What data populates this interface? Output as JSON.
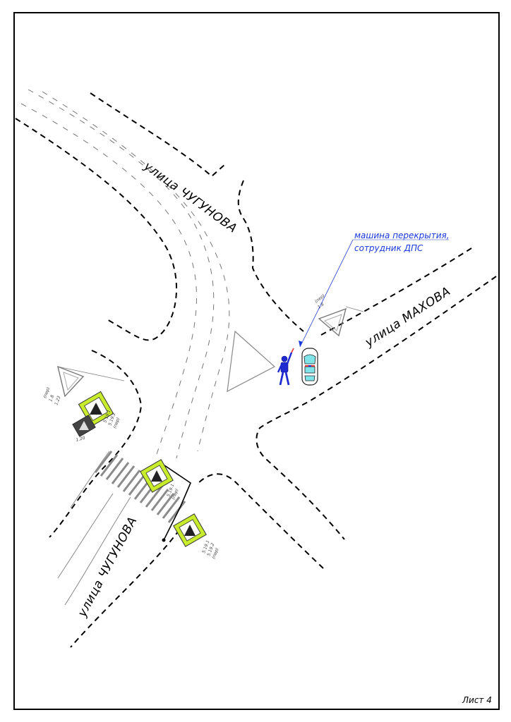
{
  "drawing": {
    "streets": {
      "chugunova_top": "улица ЧУГУНОВА",
      "makhova": "улица МАХОВА",
      "chugunova_bottom": "улица ЧУГУНОВА"
    },
    "callout": {
      "line1": "машина перекрытия,",
      "line2": "сотрудник ДПС"
    },
    "sign_labels": {
      "sign_a_1": "(пер)",
      "sign_a_2": "1.8",
      "sign_a_3": "1.23",
      "sign_b_1": "(пер)",
      "sign_b_2": "1.8",
      "sign_c_1": "5.19.1",
      "sign_c_2": "5.19.2",
      "sign_c_3": "(пер)",
      "sign_d": "1.20",
      "sign_e_1": "5.19.1",
      "sign_e_2": "(пер)",
      "sign_f_1": "5.19.1",
      "sign_f_2": "5.19.2",
      "sign_f_3": "(пер)"
    },
    "sheet_label": "Лист 4"
  },
  "colors": {
    "callout_text": "#1a3adb",
    "officer": "#1f2bd1",
    "car_glass": "#7fe3e8",
    "sign_frame": "#c8ec2c",
    "crosswalk": "#8a8a8a"
  }
}
